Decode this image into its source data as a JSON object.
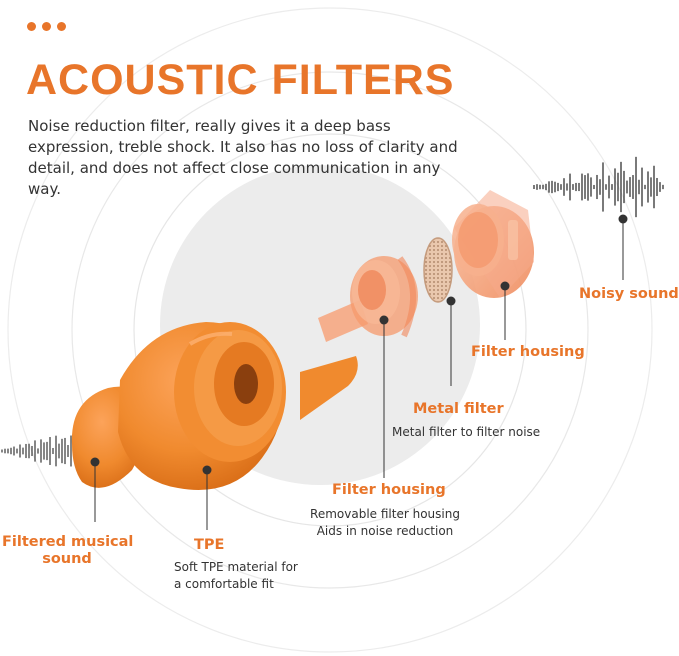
{
  "heading": {
    "title": "ACOUSTIC FILTERS",
    "intro": "Noise reduction filter, really gives it a deep bass expression, treble shock. It also has no loss of clarity and detail, and does not affect close communication in any way."
  },
  "labels": {
    "noisy": "Noisy sound",
    "housing_outer": "Filter housing",
    "metal": "Metal filter",
    "metal_desc": "Metal filter to filter noise",
    "housing_inner": "Filter housing",
    "housing_inner_desc_1": "Removable filter housing",
    "housing_inner_desc_2": "Aids in noise reduction",
    "filtered_1": "Filtered musical",
    "filtered_2": "sound",
    "tpe": "TPE",
    "tpe_desc_1": "Soft TPE material for",
    "tpe_desc_2": "a comfortable fit"
  },
  "colors": {
    "accent": "#e8752a",
    "earplug": "#f08a2e",
    "housing_translucent": "#f49a6a",
    "text": "#333333"
  }
}
